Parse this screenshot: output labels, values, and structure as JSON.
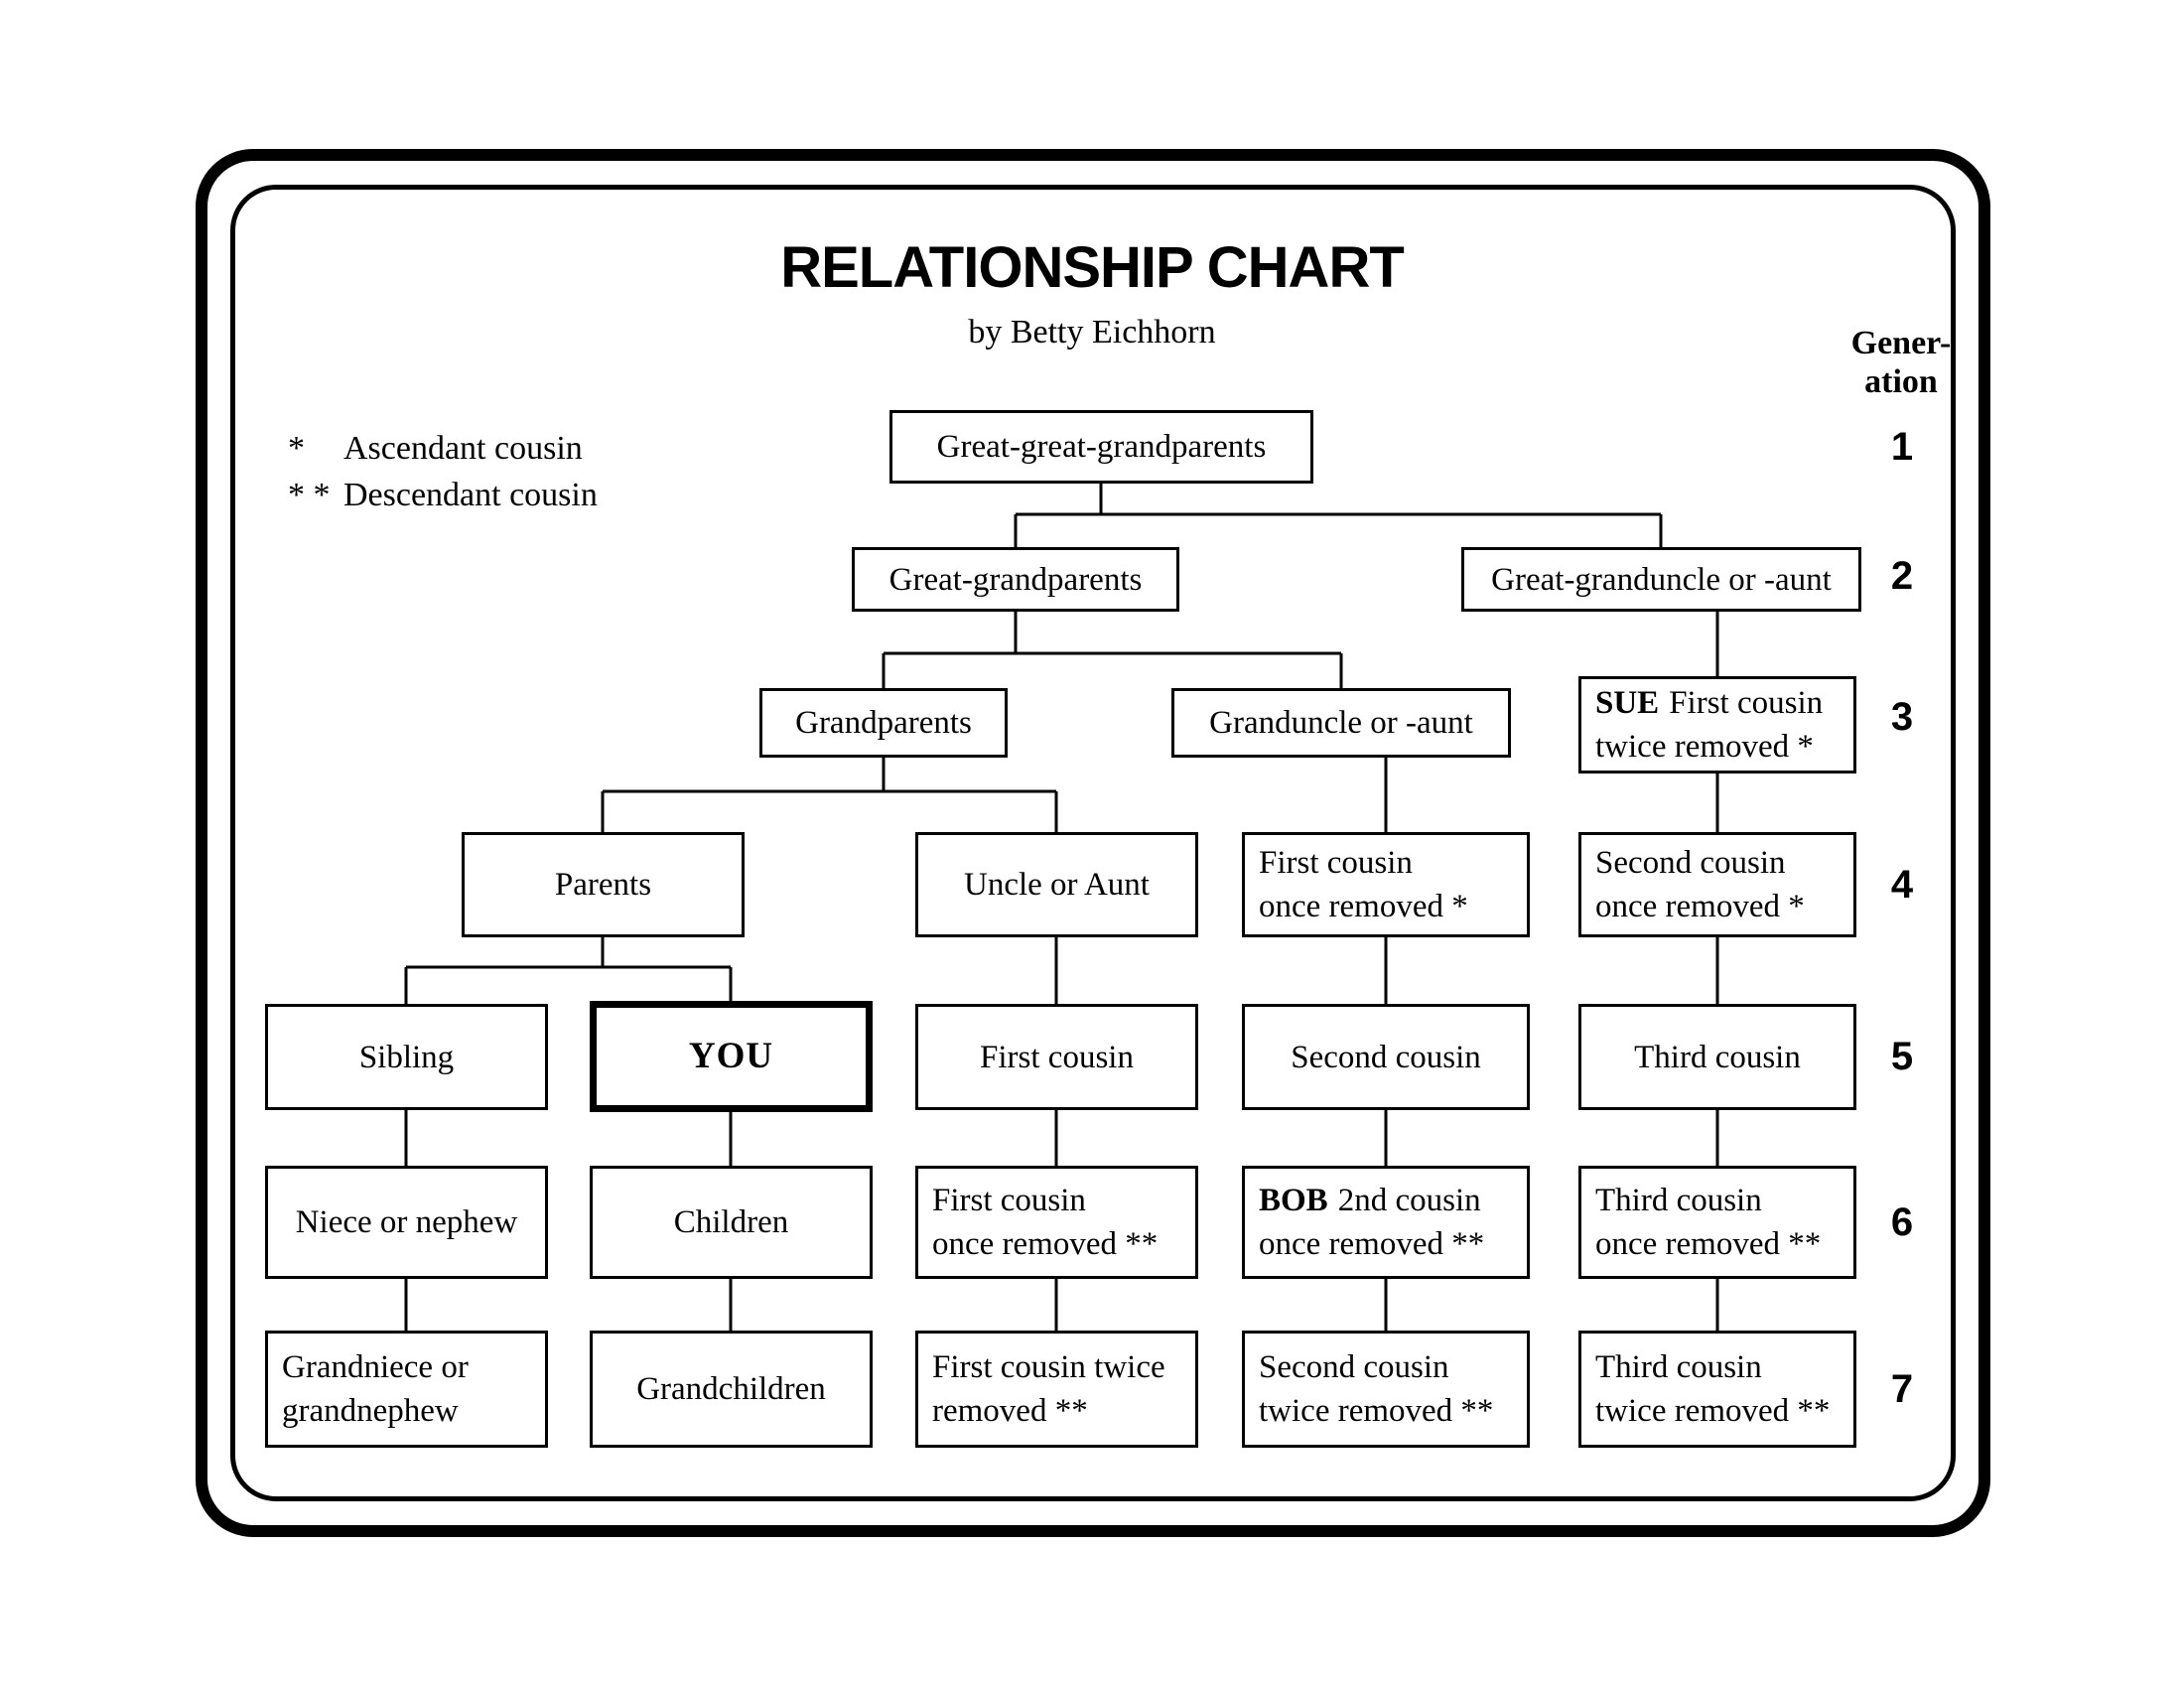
{
  "title": "RELATIONSHIP CHART",
  "byline": "by Betty Eichhorn",
  "colors": {
    "ink": "#000000",
    "background": "#ffffff"
  },
  "legend": {
    "ascendant": {
      "symbol": "*",
      "text": "Ascendant cousin"
    },
    "descendant": {
      "symbol": "* *",
      "text": "Descendant cousin"
    }
  },
  "generation_header": {
    "line1": "Gener-",
    "line2": "ation"
  },
  "generations": [
    "1",
    "2",
    "3",
    "4",
    "5",
    "6",
    "7"
  ],
  "nodes": {
    "g1": {
      "label": "Great-great-grandparents"
    },
    "g2": {
      "label": "Great-grandparents"
    },
    "g2u": {
      "label": "Great-granduncle or -aunt"
    },
    "g3": {
      "label": "Grandparents"
    },
    "g3u": {
      "label": "Granduncle or -aunt"
    },
    "sue": {
      "prefix": "SUE",
      "line1": "First cousin",
      "line2": "twice removed *"
    },
    "parents": {
      "label": "Parents"
    },
    "uncle": {
      "label": "Uncle or Aunt"
    },
    "fc1r_asc": {
      "line1": "First cousin",
      "line2": "once removed *"
    },
    "sc1r_asc": {
      "line1": "Second cousin",
      "line2": "once removed *"
    },
    "sibling": {
      "label": "Sibling"
    },
    "you": {
      "label": "YOU"
    },
    "fc": {
      "label": "First cousin"
    },
    "sc": {
      "label": "Second cousin"
    },
    "tc": {
      "label": "Third cousin"
    },
    "niece": {
      "label": "Niece or nephew"
    },
    "children": {
      "label": "Children"
    },
    "fc1r_desc": {
      "line1": "First cousin",
      "line2": "once removed **"
    },
    "bob": {
      "prefix": "BOB",
      "line1": "2nd cousin",
      "line2": "once removed  **"
    },
    "tc1r_desc": {
      "line1": "Third cousin",
      "line2": "once removed **"
    },
    "grandniece": {
      "line1": "Grandniece or",
      "line2": "grandnephew"
    },
    "grandchildren": {
      "label": "Grandchildren"
    },
    "fc2r_desc": {
      "line1": "First cousin twice",
      "line2": "removed **"
    },
    "sc2r_desc": {
      "line1": "Second cousin",
      "line2": "twice removed **"
    },
    "tc2r_desc": {
      "line1": "Third cousin",
      "line2": "twice removed **"
    }
  }
}
